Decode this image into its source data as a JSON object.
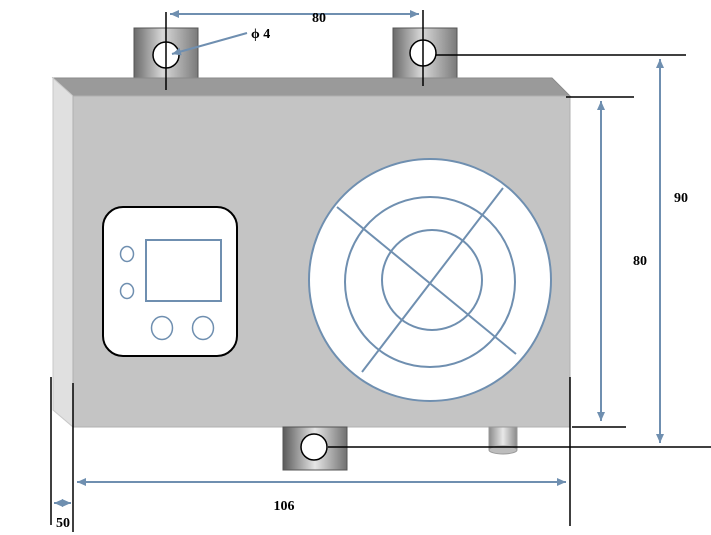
{
  "dimensions": {
    "bracket_spacing": "80",
    "hole_diameter": "ϕ 4",
    "body_height": "80",
    "overall_height": "90",
    "body_width": "106",
    "depth": "50"
  },
  "colors": {
    "dimension_line": "#6f8fb0",
    "leader_line": "#000000",
    "body_front": "#c4c4c4",
    "body_top": "#9a9a9a",
    "body_side": "#e0e0e0",
    "panel_outline": "#000000",
    "fan_outline": "#6f8fb0"
  },
  "icons": {
    "fan": "fan-grille-icon",
    "controller": "control-panel-icon"
  }
}
